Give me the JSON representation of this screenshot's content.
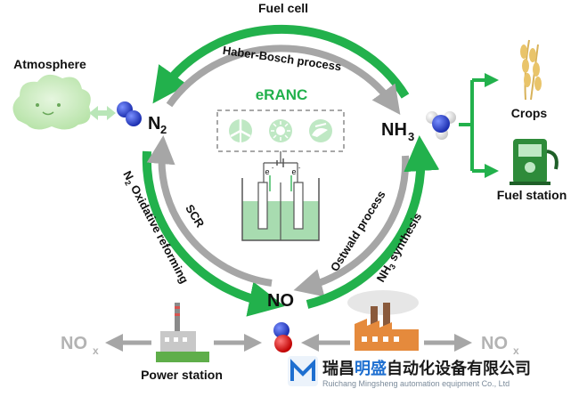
{
  "labels": {
    "fuel_cell": "Fuel cell",
    "haber_bosch": "Haber-Bosch process",
    "eranc": "eRANC",
    "atmosphere": "Atmosphere",
    "n2_main": "N",
    "n2_sub": "2",
    "nh3_main": "NH",
    "nh3_sub": "3",
    "no": "NO",
    "crops": "Crops",
    "fuel_station": "Fuel station",
    "scr": "SCR",
    "n2_oxidative_sub": "2",
    "n2_oxidative_rest": " Oxidative reforming",
    "n2_oxidative_n": "N",
    "ostwald": "Ostwald process",
    "nh3_synth_n": "NH",
    "nh3_synth_sub": "3",
    "nh3_synth_rest": " synthesis",
    "nox_left_main": "NO",
    "nox_left_sub": "x",
    "nox_right_main": "NO",
    "nox_right_sub": "x",
    "power_station": "Power station",
    "electron_left": "e",
    "electron_right": "e",
    "electron_sup": "-"
  },
  "watermark": {
    "company_cn_a": "瑞昌",
    "company_cn_b": "明盛",
    "company_cn_c": "自动化设备有限公司",
    "company_en": "Ruichang Mingsheng automation equipment Co., Ltd"
  },
  "colors": {
    "green": "#22b14c",
    "dark_green": "#1a8f3c",
    "gray": "#a6a6a6",
    "light_gray": "#cfcfcf",
    "text_dark": "#111111",
    "nox_gray": "#b3b3b3",
    "watermark_blue": "#1e6fd0"
  }
}
